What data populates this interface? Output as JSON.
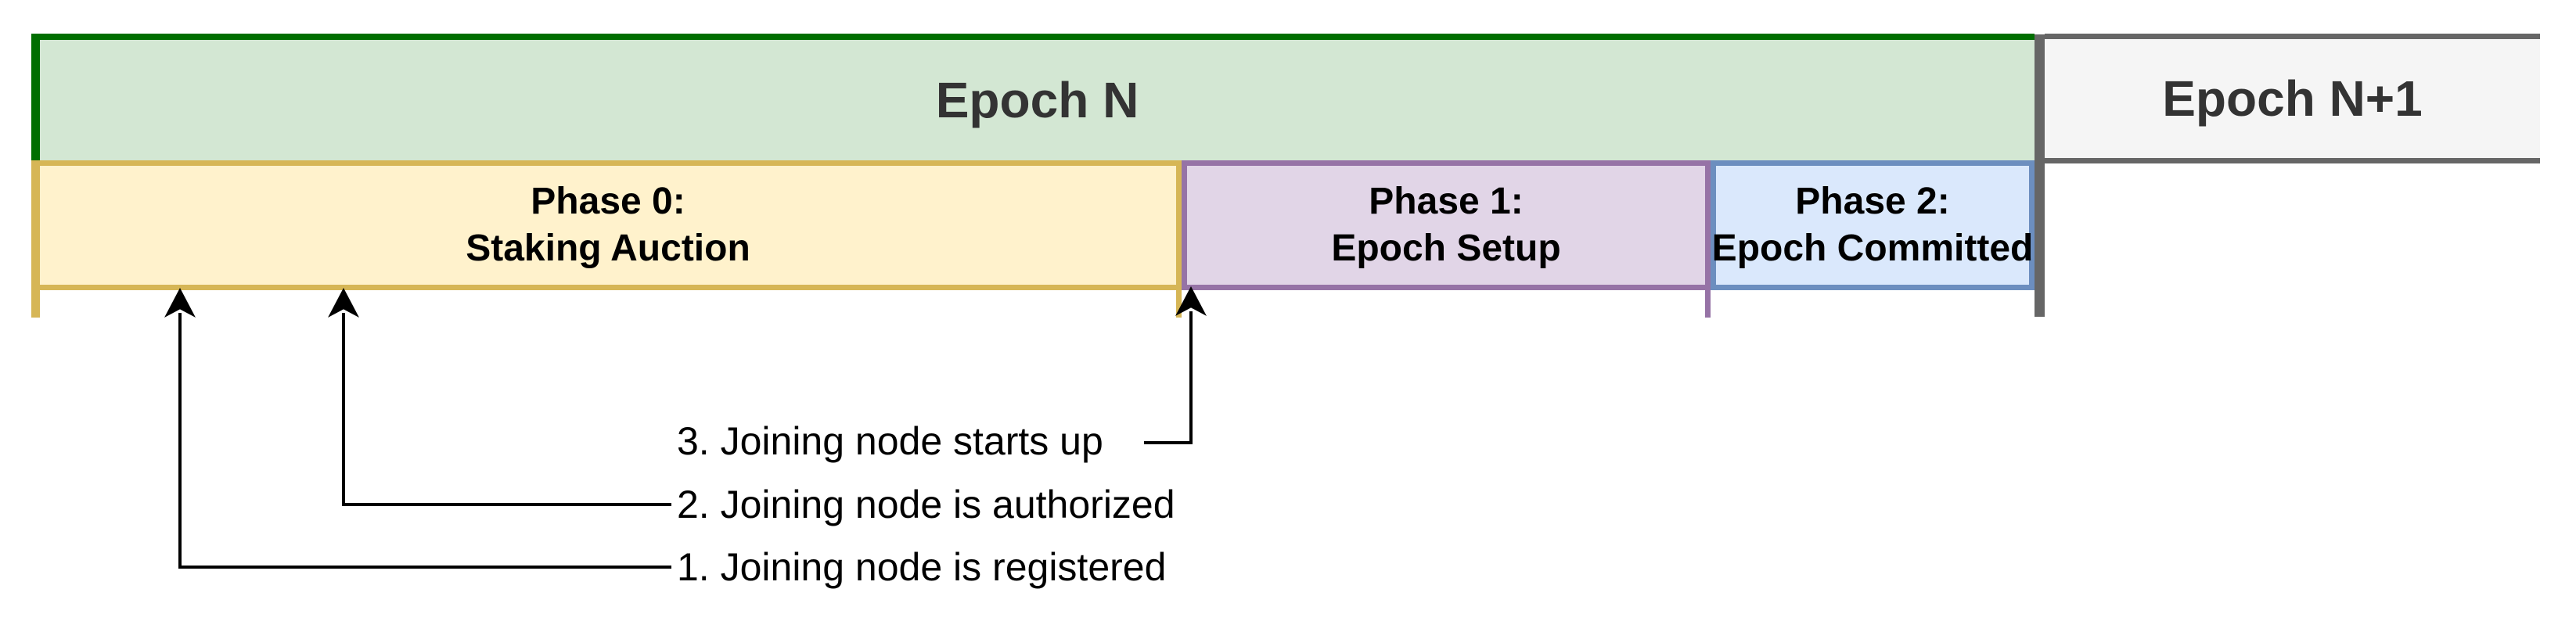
{
  "timeline": {
    "epoch_row": [
      {
        "label": "Epoch N",
        "fill": "#d3e7d3",
        "border": "#006e00",
        "text_color": "#333333"
      },
      {
        "label": "Epoch N+1",
        "fill": "#f5f5f5",
        "border": "#666666",
        "text_color": "#333333"
      }
    ],
    "boundary_color": "#666666",
    "phase_row": [
      {
        "title": "Phase 0:",
        "subtitle": "Staking Auction",
        "fill": "#fff2cc",
        "border": "#d6b656"
      },
      {
        "title": "Phase 1:",
        "subtitle": "Epoch Setup",
        "fill": "#e1d5e7",
        "border": "#9673a6"
      },
      {
        "title": "Phase 2:",
        "subtitle": "Epoch Committed",
        "fill": "#dae8fc",
        "border": "#6c8ebf"
      }
    ]
  },
  "annotations": {
    "arrow_color": "#000000",
    "items": [
      {
        "text": "1. Joining node is registered"
      },
      {
        "text": "2. Joining node is authorized"
      },
      {
        "text": "3. Joining node starts up"
      }
    ]
  }
}
